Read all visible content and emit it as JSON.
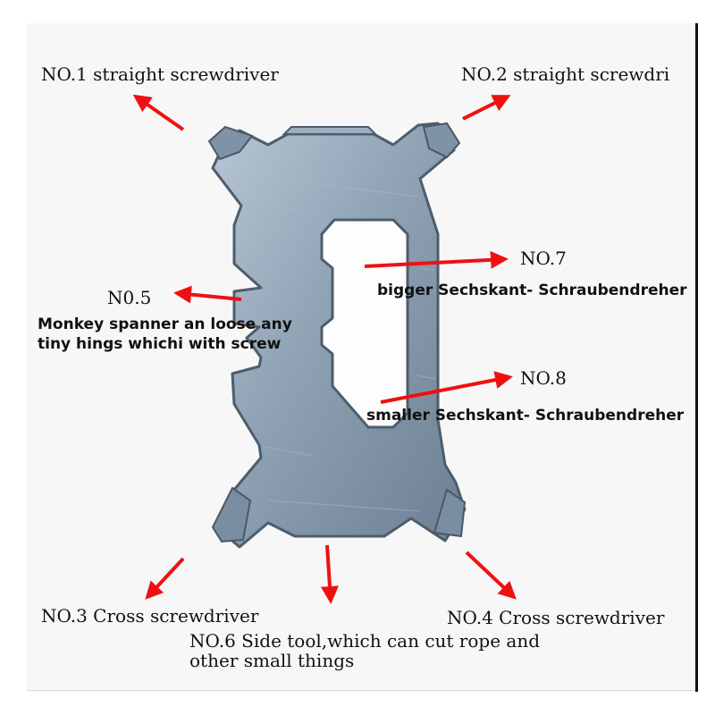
{
  "labels": {
    "no1": "NO.1 straight screwdriver",
    "no2": "NO.2 straight screwdri",
    "no3": "NO.3 Cross screwdriver",
    "no4": "NO.4 Cross screwdriver",
    "no5_title": "N0.5",
    "no5_line1": "Monkey spanner  an loose any",
    "no5_line2": "tiny hings whichi with screw",
    "no6_line1": "NO.6 Side tool,which can cut rope and",
    "no6_line2": "other small things",
    "no7_title": "NO.7",
    "no7_desc": "bigger Sechskant- Schraubendreher",
    "no8_title": "NO.8",
    "no8_desc": "smaller Sechskant- Schraubendreher"
  },
  "colors": {
    "arrow": "#ee1111",
    "metal": "#8a9db0",
    "metal_dark": "#4e5d6c",
    "text": "#111111"
  }
}
